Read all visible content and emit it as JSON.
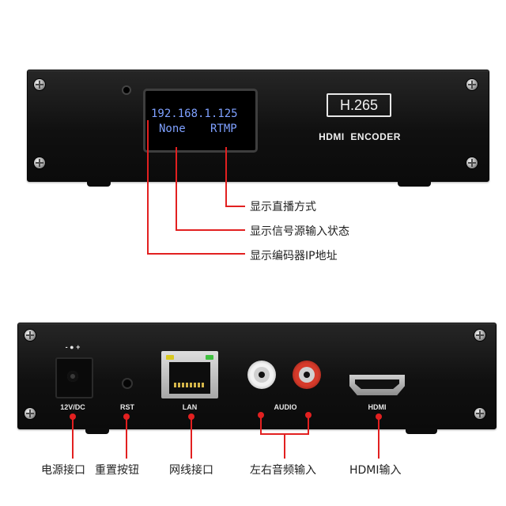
{
  "front_panel": {
    "oled": {
      "ip_line": "192.168.1.125",
      "signal_status": "None",
      "stream_mode": "RTMP"
    },
    "codec_badge": "H.265",
    "product_name": "HDMI  ENCODER"
  },
  "front_callouts": [
    {
      "label": "显示直播方式"
    },
    {
      "label": "显示信号源输入状态"
    },
    {
      "label": "显示编码器IP地址"
    }
  ],
  "rear_panel": {
    "silkscreen": {
      "power_polarity": "- ● +",
      "power": "12V/DC",
      "reset": "RST",
      "network": "LAN",
      "audio": "AUDIO",
      "hdmi": "HDMI"
    }
  },
  "rear_callouts": [
    {
      "label": "电源接口"
    },
    {
      "label": "重置按钮"
    },
    {
      "label": "网线接口"
    },
    {
      "label": "左右音频输入"
    },
    {
      "label": "HDMI输入"
    }
  ],
  "colors": {
    "callout_line": "#e22020",
    "oled_text": "#7ea0ff",
    "panel": "#141414"
  }
}
